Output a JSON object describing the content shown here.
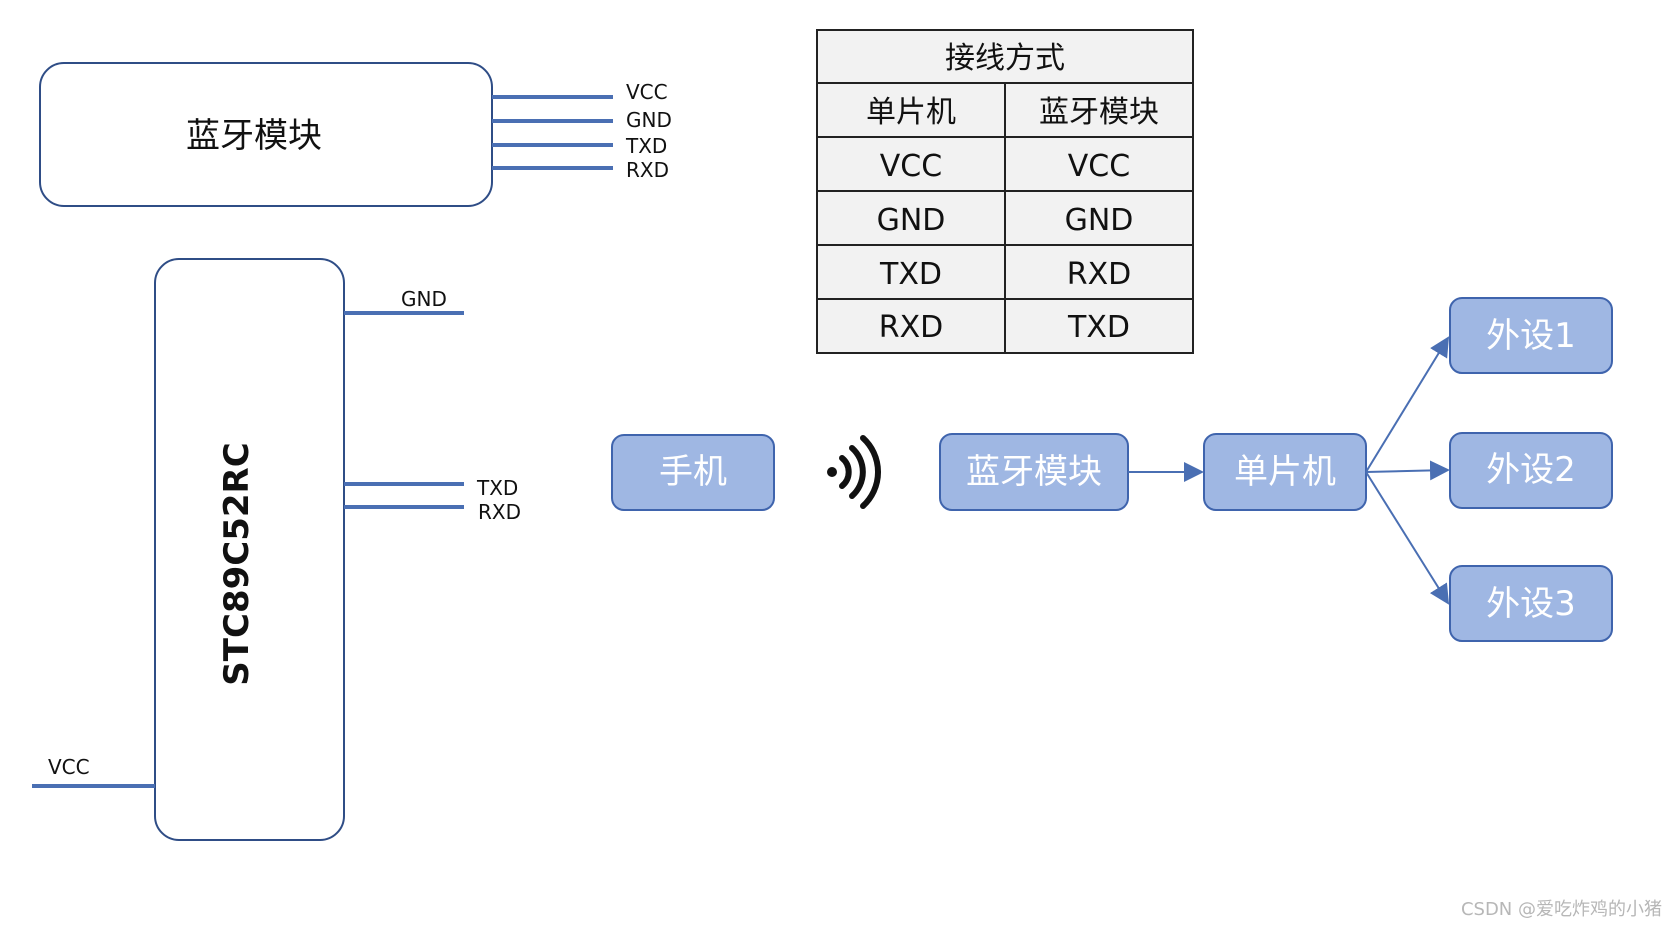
{
  "bluetooth_module": {
    "title": "蓝牙模块",
    "pins": [
      "VCC",
      "GND",
      "TXD",
      "RXD"
    ]
  },
  "mcu": {
    "title": "STC89C52RC",
    "pins": {
      "gnd": "GND",
      "txd": "TXD",
      "rxd": "RXD",
      "vcc": "VCC"
    }
  },
  "wiring_table": {
    "title": "接线方式",
    "headers": [
      "单片机",
      "蓝牙模块"
    ],
    "rows": [
      [
        "VCC",
        "VCC"
      ],
      [
        "GND",
        "GND"
      ],
      [
        "TXD",
        "RXD"
      ],
      [
        "RXD",
        "TXD"
      ]
    ]
  },
  "flow": {
    "phone": "手机",
    "bluetooth": "蓝牙模块",
    "mcu": "单片机",
    "peripherals": [
      "外设1",
      "外设2",
      "外设3"
    ],
    "wireless_icon": "wireless-signal-icon"
  },
  "watermark": "CSDN @爱吃炸鸡的小猪",
  "colors": {
    "wire": "#4a6fb3",
    "node_fill": "#9fb7e3",
    "node_stroke": "#3f64ad",
    "table_fill": "#f2f2f2",
    "outline": "#2f4d86"
  }
}
